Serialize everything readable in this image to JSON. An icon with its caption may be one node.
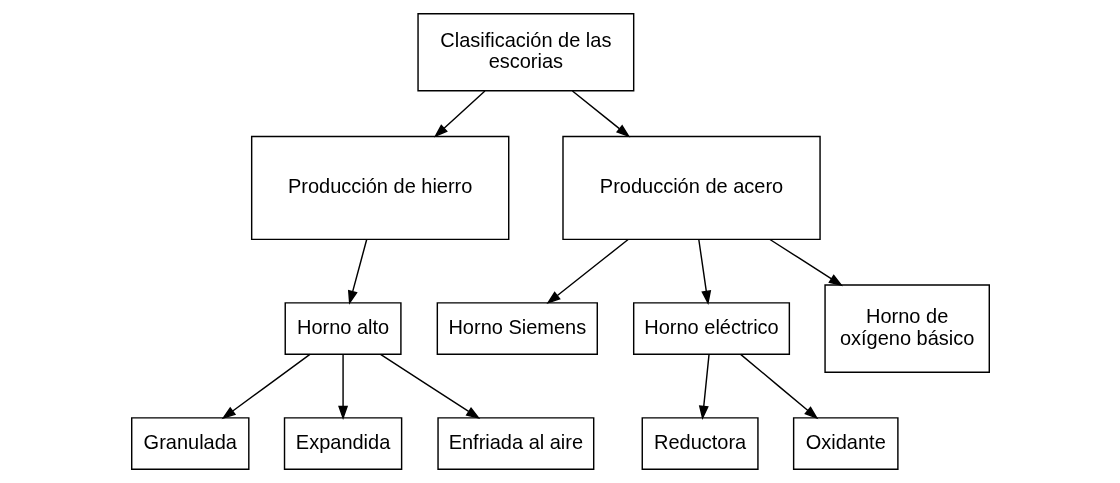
{
  "diagram": {
    "nodes": [
      {
        "text": [
          "Clasificación de las escorias"
        ]
      },
      {
        "text": [
          "Producción de hierro"
        ]
      },
      {
        "text": [
          "Producción de acero"
        ]
      },
      {
        "text": [
          "Horno alto"
        ]
      },
      {
        "text": [
          "Horno Siemens"
        ]
      },
      {
        "text": [
          "Horno eléctrico"
        ]
      },
      {
        "text": [
          "Horno de oxígeno básico"
        ]
      },
      {
        "text": [
          "Granulada"
        ]
      },
      {
        "text": [
          "Expandida"
        ]
      },
      {
        "text": [
          "Enfriada al aire"
        ]
      },
      {
        "text": [
          "Reductora"
        ]
      },
      {
        "text": [
          "Oxidante"
        ]
      }
    ],
    "edges": [
      {
        "from": 0,
        "to": 1,
        "arrow": "to"
      },
      {
        "from": 0,
        "to": 2,
        "arrow": "to"
      },
      {
        "from": 1,
        "to": 3,
        "arrow": "to"
      },
      {
        "from": 2,
        "to": 4,
        "arrow": "to"
      },
      {
        "from": 2,
        "to": 5,
        "arrow": "to"
      },
      {
        "from": 2,
        "to": 6,
        "arrow": "to"
      },
      {
        "from": 3,
        "to": 7,
        "arrow": "to"
      },
      {
        "from": 3,
        "to": 8,
        "arrow": "to"
      },
      {
        "from": 3,
        "to": 9,
        "arrow": "to"
      },
      {
        "from": 5,
        "to": 10,
        "arrow": "to"
      },
      {
        "from": 5,
        "to": 11,
        "arrow": "to"
      }
    ]
  }
}
